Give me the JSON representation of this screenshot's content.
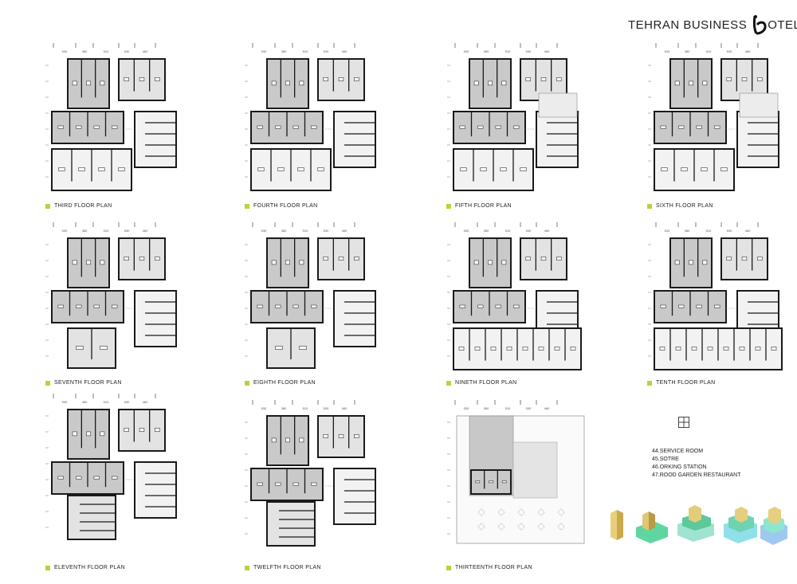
{
  "header": {
    "title_part1": "TEHRAN BUSINESS",
    "title_part2": "OTEL"
  },
  "floors": [
    {
      "id": "third",
      "label": "THIRD  FLOOR  PLAN",
      "variant": "a"
    },
    {
      "id": "fourth",
      "label": "FOURTH  FLOOR  PLAN",
      "variant": "b"
    },
    {
      "id": "fifth",
      "label": "FIFTH  FLOOR  PLAN",
      "variant": "c"
    },
    {
      "id": "sixth",
      "label": "SIXTH  FLOOR  PLAN",
      "variant": "d"
    },
    {
      "id": "seventh",
      "label": "SEVENTH  FLOOR  PLAN",
      "variant": "e"
    },
    {
      "id": "eighth",
      "label": "EIGHTH  FLOOR  PLAN",
      "variant": "f"
    },
    {
      "id": "ninth",
      "label": "NINETH  FLOOR  PLAN",
      "variant": "g"
    },
    {
      "id": "tenth",
      "label": "TENTH  FLOOR  PLAN",
      "variant": "g"
    },
    {
      "id": "eleventh",
      "label": "ELEVENTH  FLOOR  PLAN",
      "variant": "h"
    },
    {
      "id": "twelfth",
      "label": "TWELFTH  FLOOR  PLAN",
      "variant": "i"
    },
    {
      "id": "thirteenth",
      "label": "THIRTEENTH  FLOOR  PLAN",
      "variant": "j"
    }
  ],
  "dimension_labels": [
    "530",
    "380",
    "510",
    "530",
    "460"
  ],
  "legend": {
    "items": [
      "44.SERVICE ROOM",
      "45.SOTRE",
      "46.ORKING STATION",
      "47.ROOD GARDEN RESTAURANT"
    ]
  },
  "colors": {
    "accent": "#b7d43a",
    "room_fill": "#d6d6d6",
    "wall": "#1a1a1a"
  }
}
